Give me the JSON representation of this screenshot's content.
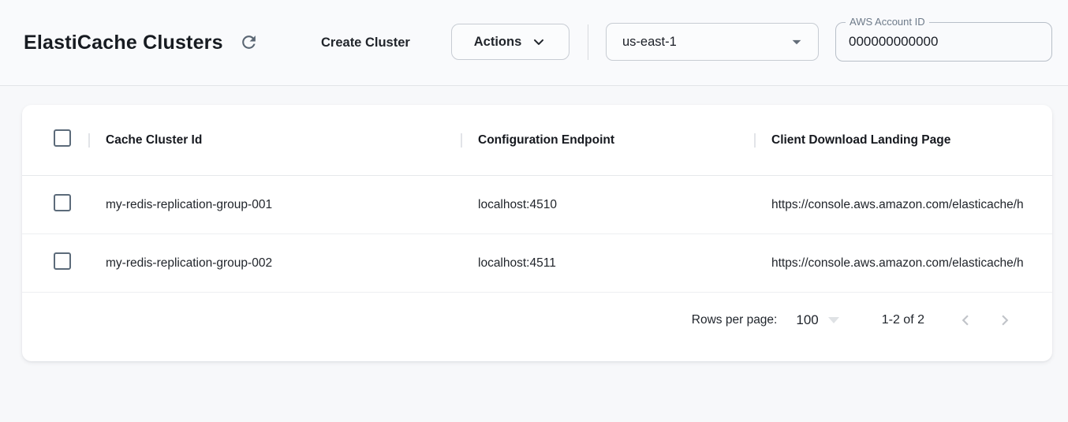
{
  "header": {
    "title": "ElastiCache Clusters",
    "create_cluster_label": "Create Cluster",
    "actions_label": "Actions",
    "region": "us-east-1",
    "account_id_label": "AWS Account ID",
    "account_id_value": "000000000000"
  },
  "table": {
    "columns": {
      "cache_cluster_id": "Cache Cluster Id",
      "configuration_endpoint": "Configuration Endpoint",
      "client_download_landing_page": "Client Download Landing Page"
    },
    "rows": [
      {
        "cache_cluster_id": "my-redis-replication-group-001",
        "configuration_endpoint": "localhost:4510",
        "client_download_landing_page": "https://console.aws.amazon.com/elasticache/h"
      },
      {
        "cache_cluster_id": "my-redis-replication-group-002",
        "configuration_endpoint": "localhost:4511",
        "client_download_landing_page": "https://console.aws.amazon.com/elasticache/h"
      }
    ]
  },
  "pagination": {
    "rows_per_page_label": "Rows per page:",
    "rows_per_page_value": "100",
    "range_label": "1-2 of 2"
  },
  "colors": {
    "link_purple": "#7d6bdd",
    "checkbox_slate": "#5c6b7a",
    "page_background": "#f7f8fa"
  }
}
